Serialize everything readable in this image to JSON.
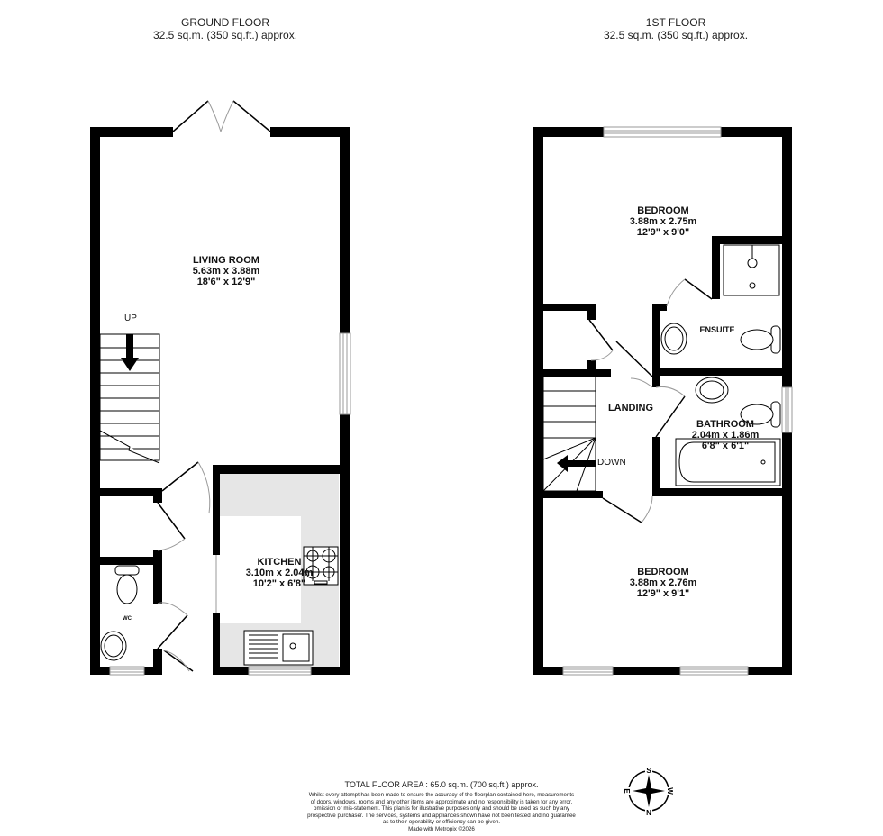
{
  "ground_floor": {
    "title": "GROUND FLOOR",
    "area": "32.5 sq.m. (350 sq.ft.) approx.",
    "rooms": [
      {
        "name": "LIVING ROOM",
        "metric": "5.63m  x 3.88m",
        "imperial": "18'6\"  x 12'9\""
      },
      {
        "name": "KITCHEN",
        "metric": "3.10m  x 2.04m",
        "imperial": "10'2\"  x 6'8\""
      },
      {
        "name": "WC"
      }
    ],
    "stairs_label": "UP"
  },
  "first_floor": {
    "title": "1ST FLOOR",
    "area": "32.5 sq.m. (350 sq.ft.) approx.",
    "rooms": [
      {
        "name": "BEDROOM",
        "metric": "3.88m  x 2.75m",
        "imperial": "12'9\"  x 9'0\""
      },
      {
        "name": "ENSUITE"
      },
      {
        "name": "LANDING"
      },
      {
        "name": "BATHROOM",
        "metric": "2.04m  x 1.86m",
        "imperial": "6'8\"  x 6'1\""
      },
      {
        "name": "BEDROOM",
        "metric": "3.88m  x 2.76m",
        "imperial": "12'9\"  x 9'1\""
      }
    ],
    "stairs_label": "DOWN"
  },
  "footer": {
    "total_area": "TOTAL FLOOR AREA : 65.0 sq.m. (700 sq.ft.) approx.",
    "disclaimer_lines": [
      "Whilst every attempt has been made to ensure the accuracy of the floorplan contained here, measurements",
      "of doors, windows, rooms and any other items are approximate and no responsibility is taken for any error,",
      "omission or mis-statement. This plan is for illustrative purposes only and should be used as such by any",
      "prospective purchaser. The services, systems and appliances shown have not been tested and no guarantee",
      "as to their operability or efficiency can be given."
    ],
    "credit": "Made with Metropix ©2026"
  },
  "compass": {
    "icon": "compass-rose-icon",
    "labels": {
      "top": "S",
      "bottom": "N",
      "left": "E",
      "right": "W"
    }
  },
  "colors": {
    "wall": "#000000",
    "kitchen_worktop": "#e6e6e6",
    "window": "#999999",
    "door_arc": "#9a9a9a"
  }
}
